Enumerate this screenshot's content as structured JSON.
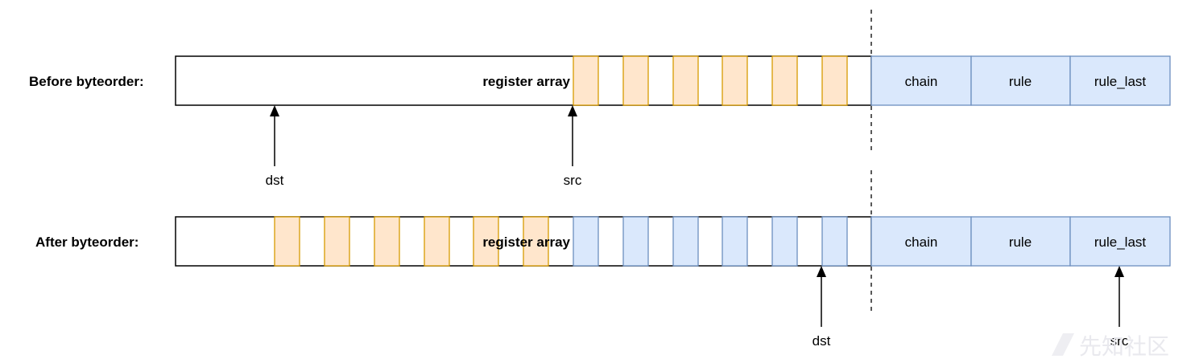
{
  "rows": [
    {
      "label": "Before  byteorder:",
      "array_label": "register array",
      "struct_cells": [
        "chain",
        "rule",
        "rule_last"
      ],
      "dst_label": "dst",
      "src_label": "src"
    },
    {
      "label": "After  byteorder:",
      "array_label": "register array",
      "struct_cells": [
        "chain",
        "rule",
        "rule_last"
      ],
      "dst_label": "dst",
      "src_label": "src"
    }
  ],
  "colors": {
    "orange_fill": "#ffe6cc",
    "orange_stroke": "#d79b00",
    "blue_fill": "#dae8fc",
    "blue_stroke": "#6c8ebf",
    "line": "#000000"
  },
  "watermark": "先知社区"
}
